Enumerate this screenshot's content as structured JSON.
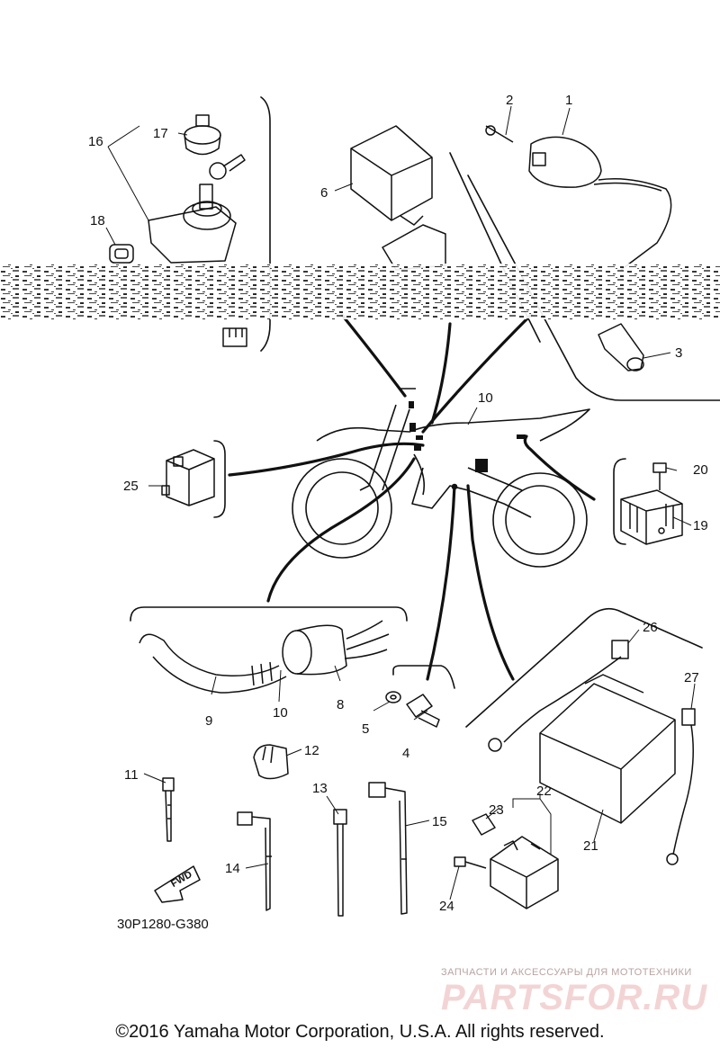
{
  "callouts": [
    "1",
    "2",
    "3",
    "4",
    "5",
    "6",
    "8",
    "9",
    "10",
    "10",
    "11",
    "12",
    "13",
    "14",
    "15",
    "16",
    "17",
    "18",
    "19",
    "20",
    "21",
    "22",
    "23",
    "24",
    "25",
    "26",
    "27"
  ],
  "fwd_label": "FWD",
  "diagram_code": "30P1280-G380",
  "watermark": {
    "line1": "ЗАПЧАСТИ И АКСЕССУАРЫ ДЛЯ МОТОТЕХНИКИ",
    "line2": "PARTSFOR.RU"
  },
  "copyright": "©2016 Yamaha Motor Corporation, U.S.A. All rights reserved."
}
